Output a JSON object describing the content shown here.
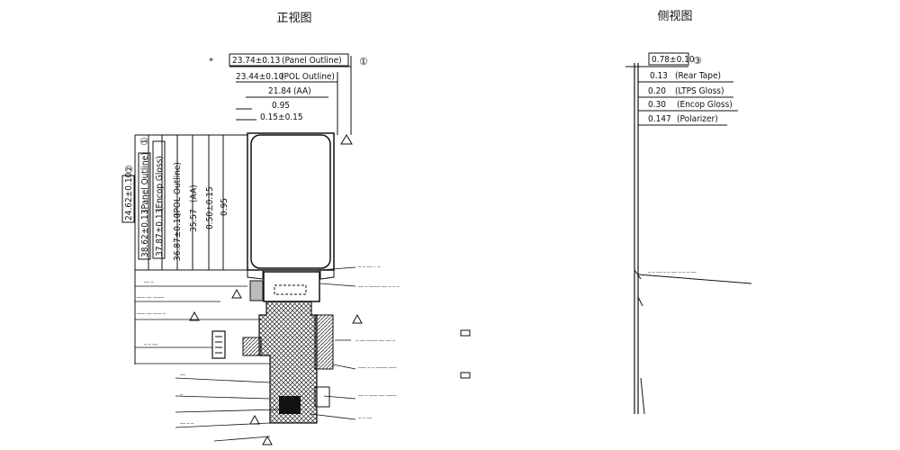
{
  "views": {
    "front_title": "正视图",
    "side_title": "侧视图"
  },
  "front": {
    "width_dims": [
      {
        "value": "23.74±0.13",
        "desc": "(Panel Outline)",
        "mark": "①",
        "boxed": true
      },
      {
        "value": "23.44±0.10",
        "desc": "(POL Outline)",
        "mark": "",
        "boxed": false
      },
      {
        "value": "21.84",
        "desc": "(AA)",
        "mark": "",
        "boxed": false
      },
      {
        "value": "0.95",
        "desc": "",
        "mark": "",
        "boxed": false
      },
      {
        "value": "0.15±0.15",
        "desc": "",
        "mark": "",
        "boxed": false
      }
    ],
    "height_dims": [
      {
        "value": "24.62±0.10",
        "desc": "",
        "mark": "②",
        "boxed": true
      },
      {
        "value": "38.62±0.13",
        "desc": "(Panel Outline)",
        "mark": "①",
        "boxed": true
      },
      {
        "value": "37.87±0.13",
        "desc": "(Encop Gloss)",
        "mark": "",
        "boxed": true
      },
      {
        "value": "36.87±0.10",
        "desc": "(POL Outline)",
        "mark": "",
        "boxed": false
      },
      {
        "value": "35.57",
        "desc": "(AA)",
        "mark": "",
        "boxed": false
      },
      {
        "value": "0.50±0.15",
        "desc": "",
        "mark": "",
        "boxed": false
      },
      {
        "value": "0.95",
        "desc": "",
        "mark": "",
        "boxed": false
      }
    ]
  },
  "side": {
    "layers": [
      {
        "value": "0.78±0.10",
        "desc": "",
        "mark": "③",
        "boxed": true
      },
      {
        "value": "0.13",
        "desc": "(Rear Tape)",
        "mark": "",
        "boxed": false
      },
      {
        "value": "0.20",
        "desc": "(LTPS Gloss)",
        "mark": "",
        "boxed": false
      },
      {
        "value": "0.30",
        "desc": "(Encop Gloss)",
        "mark": "",
        "boxed": false
      },
      {
        "value": "0.147",
        "desc": "(Polarizer)",
        "mark": "",
        "boxed": false
      }
    ]
  }
}
